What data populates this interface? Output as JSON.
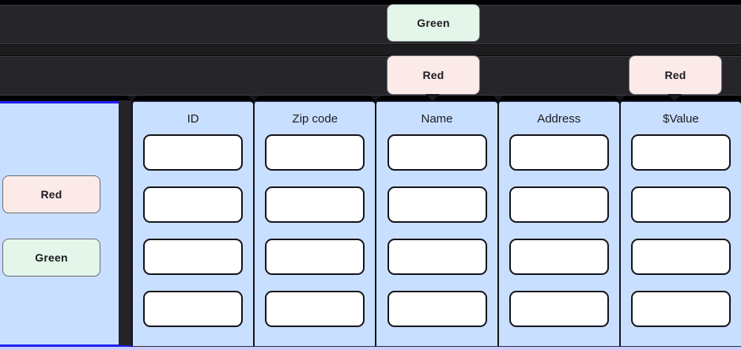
{
  "annotations": {
    "top_green": {
      "label": "Green",
      "color": "#e3f6e9",
      "name": "green"
    },
    "top_red": {
      "label": "Red",
      "color": "#fceae8",
      "name": "red"
    },
    "right_red": {
      "label": "Red",
      "color": "#fceae8",
      "name": "red"
    },
    "left_red": {
      "label": "Red",
      "color": "#fceae8",
      "name": "red"
    },
    "left_green": {
      "label": "Green",
      "color": "#e3f6e9",
      "name": "green"
    }
  },
  "left_panel": {
    "name": "highlighted-left-panel",
    "border_color": "#2020ee",
    "background": "#c9dfff"
  },
  "table": {
    "name": "data-entry-table",
    "background": "#c9dfff",
    "columns": [
      {
        "header": "ID",
        "rows": [
          "",
          "",
          "",
          ""
        ]
      },
      {
        "header": "Zip code",
        "rows": [
          "",
          "",
          "",
          ""
        ]
      },
      {
        "header": "Name",
        "rows": [
          "",
          "",
          "",
          ""
        ]
      },
      {
        "header": "Address",
        "rows": [
          "",
          "",
          "",
          ""
        ]
      },
      {
        "header": "$Value",
        "rows": [
          "",
          "",
          "",
          ""
        ]
      }
    ],
    "row_count": 4
  },
  "colors": {
    "highlight_border": "#2020ee",
    "panel_fill": "#c9dfff",
    "cell_fill": "#ffffff",
    "cell_border": "#15151b",
    "dark_background": "#26262a",
    "page_background": "#0b0b0b",
    "bottom_strip": "#cdcdf7"
  }
}
